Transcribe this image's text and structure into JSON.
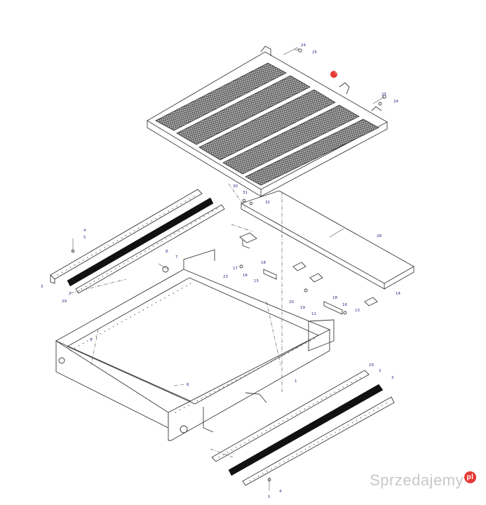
{
  "callouts": [
    {
      "id": "c24a",
      "text": "24"
    },
    {
      "id": "c25a",
      "text": "25"
    },
    {
      "id": "c32",
      "text": "32"
    },
    {
      "id": "c25b",
      "text": "25"
    },
    {
      "id": "c24b",
      "text": "24"
    },
    {
      "id": "c30",
      "text": "30"
    },
    {
      "id": "c31",
      "text": "31"
    },
    {
      "id": "c32b",
      "text": "32"
    },
    {
      "id": "c28",
      "text": "28"
    },
    {
      "id": "c4a",
      "text": "4"
    },
    {
      "id": "c5a",
      "text": "5"
    },
    {
      "id": "c3a",
      "text": "3"
    },
    {
      "id": "c2a",
      "text": "2"
    },
    {
      "id": "c29a",
      "text": "29"
    },
    {
      "id": "c8",
      "text": "8"
    },
    {
      "id": "c7",
      "text": "7"
    },
    {
      "id": "c17",
      "text": "17"
    },
    {
      "id": "c18",
      "text": "18"
    },
    {
      "id": "c16",
      "text": "16"
    },
    {
      "id": "c15",
      "text": "15"
    },
    {
      "id": "c23",
      "text": "23"
    },
    {
      "id": "c20",
      "text": "20"
    },
    {
      "id": "c19",
      "text": "19"
    },
    {
      "id": "c14",
      "text": "14"
    },
    {
      "id": "c11",
      "text": "11"
    },
    {
      "id": "c18b",
      "text": "18"
    },
    {
      "id": "c16b",
      "text": "16"
    },
    {
      "id": "c13",
      "text": "13"
    },
    {
      "id": "c6",
      "text": "6"
    },
    {
      "id": "c1",
      "text": "1"
    },
    {
      "id": "c9",
      "text": "9"
    },
    {
      "id": "c29b",
      "text": "29"
    },
    {
      "id": "c2b",
      "text": "2"
    },
    {
      "id": "c3b",
      "text": "3"
    },
    {
      "id": "c4b",
      "text": "4"
    },
    {
      "id": "c5b",
      "text": "5"
    }
  ],
  "watermark": {
    "text": "Sprzedajemy",
    "badge": "pl"
  }
}
